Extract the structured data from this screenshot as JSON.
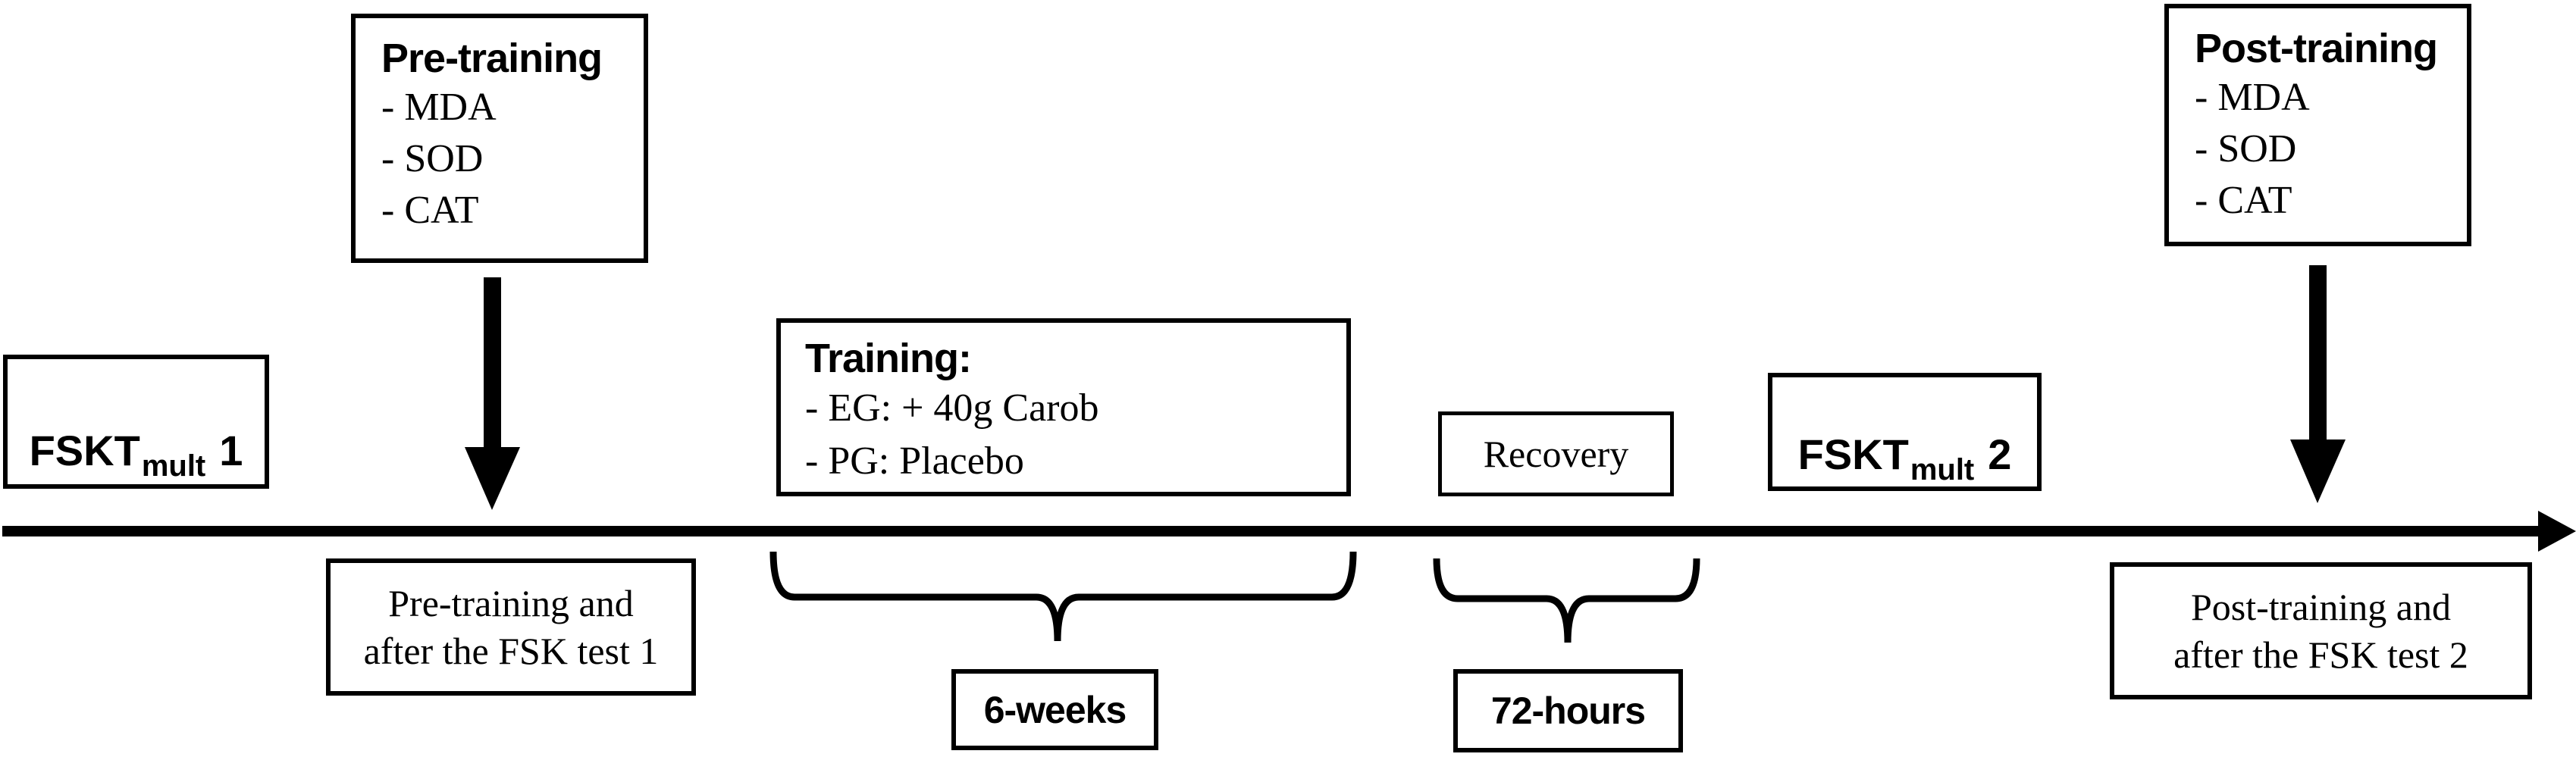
{
  "figure": {
    "background_color": "#ffffff",
    "ink_color": "#000000"
  },
  "boxes": {
    "pre_training": {
      "title": "Pre-training",
      "items": [
        "- MDA",
        "- SOD",
        "- CAT"
      ]
    },
    "fskt1": {
      "base": "FSKT",
      "sub": "mult",
      "num": "1"
    },
    "training": {
      "title": "Training:",
      "items": [
        "- EG: + 40g Carob",
        "- PG: Placebo"
      ]
    },
    "recovery": {
      "label": "Recovery"
    },
    "fskt2": {
      "base": "FSKT",
      "sub": "mult",
      "num": "2"
    },
    "post_training": {
      "title": "Post-training",
      "items": [
        "- MDA",
        "- SOD",
        "- CAT"
      ]
    },
    "pre_note": {
      "line1": "Pre-training and",
      "line2": "after the FSK test 1"
    },
    "post_note": {
      "line1": "Post-training and",
      "line2": "after the FSK test 2"
    },
    "six_weeks": {
      "label": "6-weeks"
    },
    "seventy_two_hours": {
      "label": "72-hours"
    }
  }
}
